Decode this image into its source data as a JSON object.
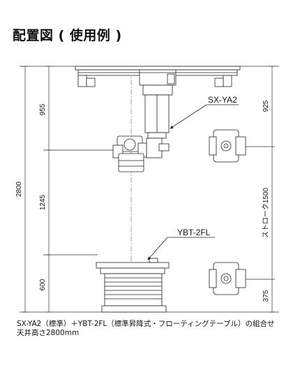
{
  "title": "配置図 ( 使用例 )",
  "labels": {
    "upper_unit": "SX-YA2",
    "lower_unit": "YBT-2FL"
  },
  "dimensions": {
    "total_height": "2800",
    "upper_section": "955",
    "middle_section": "1245",
    "lower_section": "600",
    "right_top": "925",
    "stroke": "ストローク1500",
    "right_bottom": "375"
  },
  "caption": {
    "line1": "SX-YA2（標準）＋YBT-2FL（標準昇降式・フローティングテーブル）の組合せ",
    "line2": "天井高さ2800mm"
  }
}
